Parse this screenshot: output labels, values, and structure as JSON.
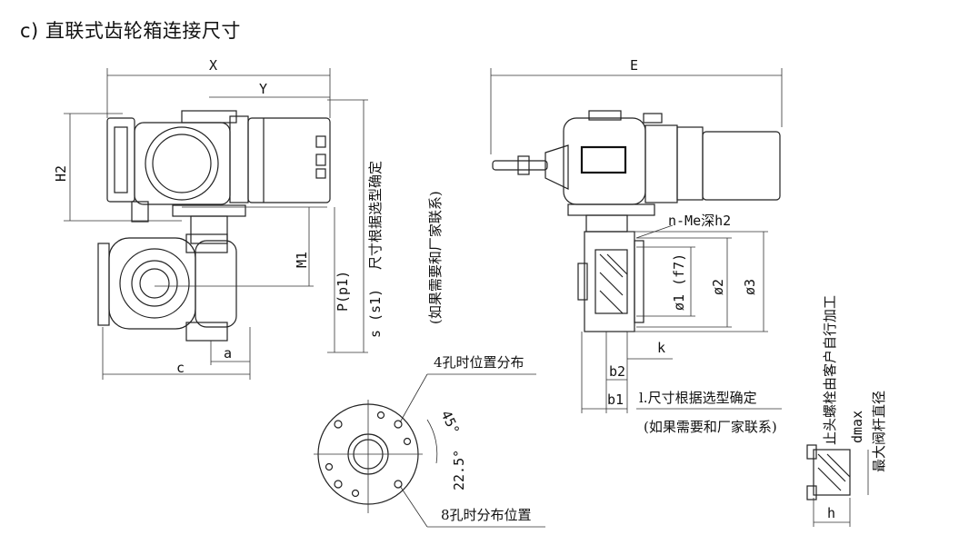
{
  "title": "c) 直联式齿轮箱连接尺寸",
  "labels": {
    "x": "X",
    "y": "Y",
    "h2": "H2",
    "m1": "M1",
    "p": "P(p1)",
    "s": "s (s1)",
    "s_note1": "尺寸根据选型确定",
    "s_note2": "(如果需要和厂家联系)",
    "a": "a",
    "c": "c",
    "e": "E",
    "n_me": "n-Me深h2",
    "phi1": "ø1 (f7)",
    "phi2": "ø2",
    "phi3": "ø3",
    "k": "k",
    "b2": "b2",
    "b1": "b1",
    "note_l1": "l.尺寸根据选型确定",
    "note_l2": "(如果需要和厂家联系)",
    "holes4": "4孔时位置分布",
    "holes8": "8孔时分布位置",
    "angle45": "45°",
    "angle22": "22.5°",
    "stem_note": "止头螺栓由客户自行加工",
    "dmax": "dmax",
    "stem_max": "最大阀杆直径",
    "h": "h"
  }
}
